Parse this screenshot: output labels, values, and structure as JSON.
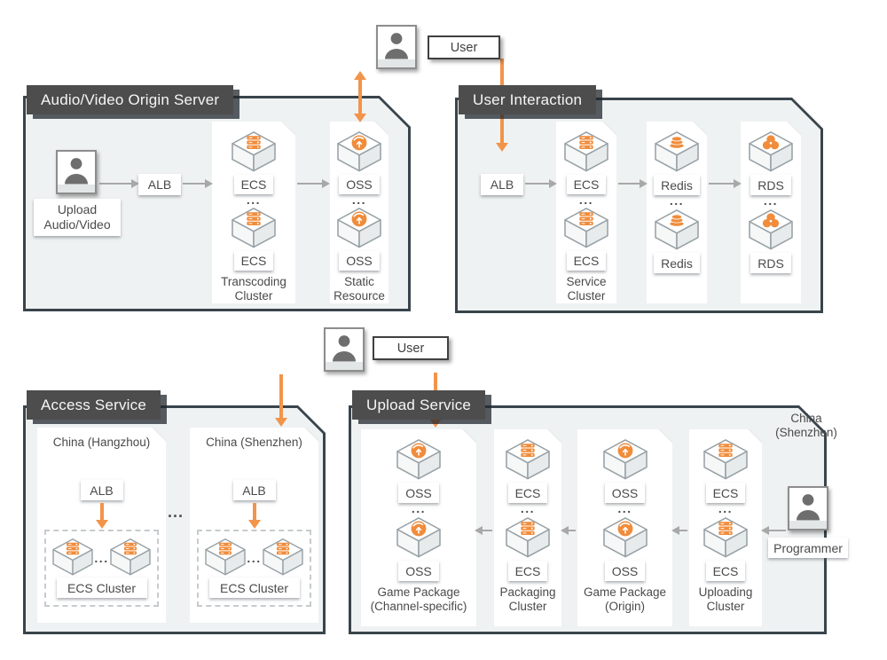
{
  "colors": {
    "accent_orange": "#F2944A",
    "glyph_orange": "#F08C3B",
    "header_bg": "#4D4D4D",
    "panel_fill": "#EFF2F2",
    "panel_border": "#39444C",
    "arrow_gray": "#A8A8A8",
    "text": "#4A4A4A"
  },
  "users": {
    "top": "User",
    "middle": "User"
  },
  "panel_av_origin": {
    "title": "Audio/Video Origin Server",
    "uploader_line1": "Upload",
    "uploader_line2": "Audio/Video",
    "alb": "ALB",
    "transcoding": {
      "node_top": "ECS",
      "dots": "...",
      "node_bottom": "ECS",
      "caption_line1": "Transcoding",
      "caption_line2": "Cluster"
    },
    "static_resource": {
      "node_top": "OSS",
      "dots": "...",
      "node_bottom": "OSS",
      "caption_line1": "Static",
      "caption_line2": "Resource"
    }
  },
  "panel_user_interaction": {
    "title": "User Interaction",
    "alb": "ALB",
    "service_cluster": {
      "node_top": "ECS",
      "dots": "...",
      "node_bottom": "ECS",
      "caption_line1": "Service",
      "caption_line2": "Cluster"
    },
    "redis": {
      "node_top": "Redis",
      "dots": "...",
      "node_bottom": "Redis"
    },
    "rds": {
      "node_top": "RDS",
      "dots": "...",
      "node_bottom": "RDS"
    }
  },
  "panel_access": {
    "title": "Access Service",
    "dots_between_regions": "...",
    "regions": [
      {
        "name": "China (Hangzhou)",
        "alb": "ALB",
        "cluster_dots": "...",
        "cluster_caption": "ECS Cluster"
      },
      {
        "name": "China (Shenzhen)",
        "alb": "ALB",
        "cluster_dots": "...",
        "cluster_caption": "ECS Cluster"
      }
    ]
  },
  "panel_upload": {
    "title": "Upload Service",
    "location_line1": "China",
    "location_line2": "(Shenzhen)",
    "programmer": "Programmer",
    "columns": [
      {
        "type": "oss",
        "node_top": "OSS",
        "dots": "...",
        "node_bottom": "OSS",
        "caption_line1": "Game Package",
        "caption_line2": "(Channel-specific)"
      },
      {
        "type": "ecs",
        "node_top": "ECS",
        "dots": "...",
        "node_bottom": "ECS",
        "caption_line1": "Packaging",
        "caption_line2": "Cluster"
      },
      {
        "type": "oss",
        "node_top": "OSS",
        "dots": "...",
        "node_bottom": "OSS",
        "caption_line1": "Game Package",
        "caption_line2": "(Origin)"
      },
      {
        "type": "ecs",
        "node_top": "ECS",
        "dots": "...",
        "node_bottom": "ECS",
        "caption_line1": "Uploading",
        "caption_line2": "Cluster"
      }
    ]
  }
}
